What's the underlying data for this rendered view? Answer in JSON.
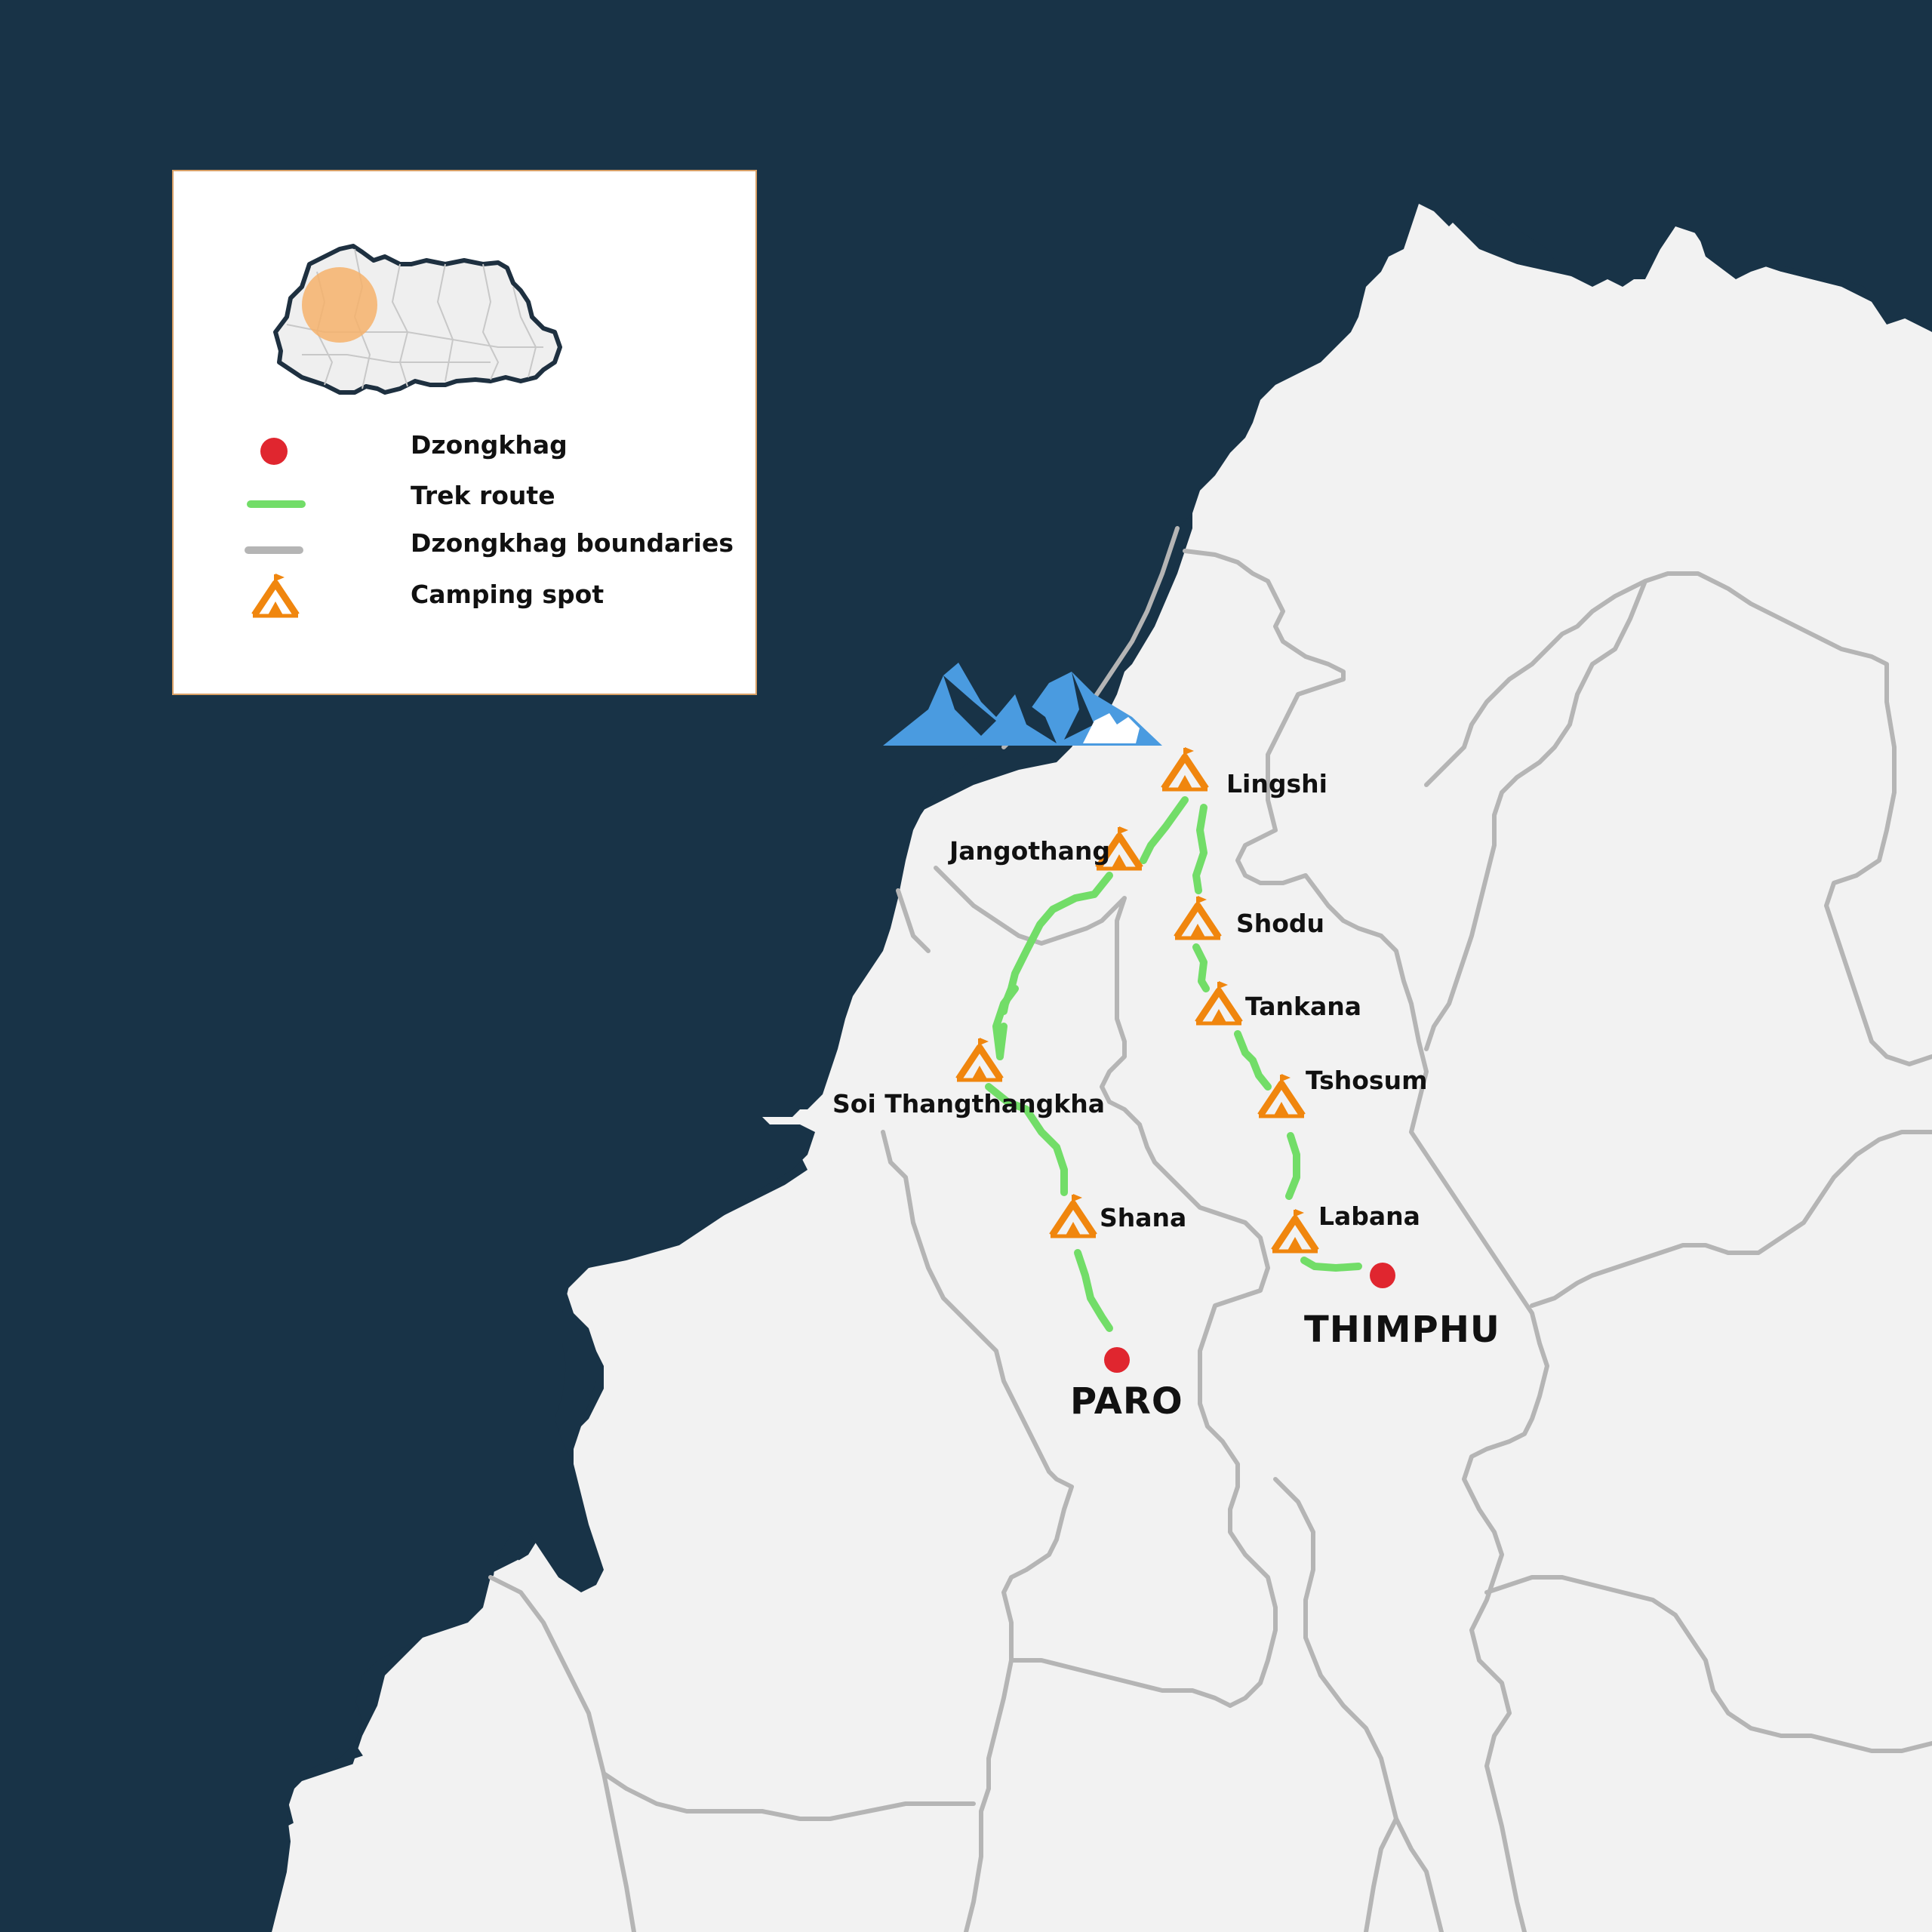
{
  "colors": {
    "sea": "#183347",
    "land": "#f2f2f2",
    "boundary": "#b5b5b5",
    "route": "#72dd68",
    "dzongkhag": "#e0262f",
    "camp": "#f0860e",
    "mountain": "#4a9be0",
    "highlight": "#f6b26b"
  },
  "legend": {
    "items": [
      {
        "label": "Dzongkhag",
        "icon": "red-dot-icon"
      },
      {
        "label": "Trek route",
        "icon": "green-line-icon"
      },
      {
        "label": "Dzongkhag boundaries",
        "icon": "gray-line-icon"
      },
      {
        "label": "Camping spot",
        "icon": "tent-icon"
      }
    ]
  },
  "camps": [
    {
      "name": "Lingshi"
    },
    {
      "name": "Jangothang"
    },
    {
      "name": "Shodu"
    },
    {
      "name": "Tankana"
    },
    {
      "name": "Soi Thangthangkha"
    },
    {
      "name": "Tshosum"
    },
    {
      "name": "Shana"
    },
    {
      "name": "Labana"
    }
  ],
  "cities": [
    {
      "name": "PARO"
    },
    {
      "name": "THIMPHU"
    }
  ]
}
